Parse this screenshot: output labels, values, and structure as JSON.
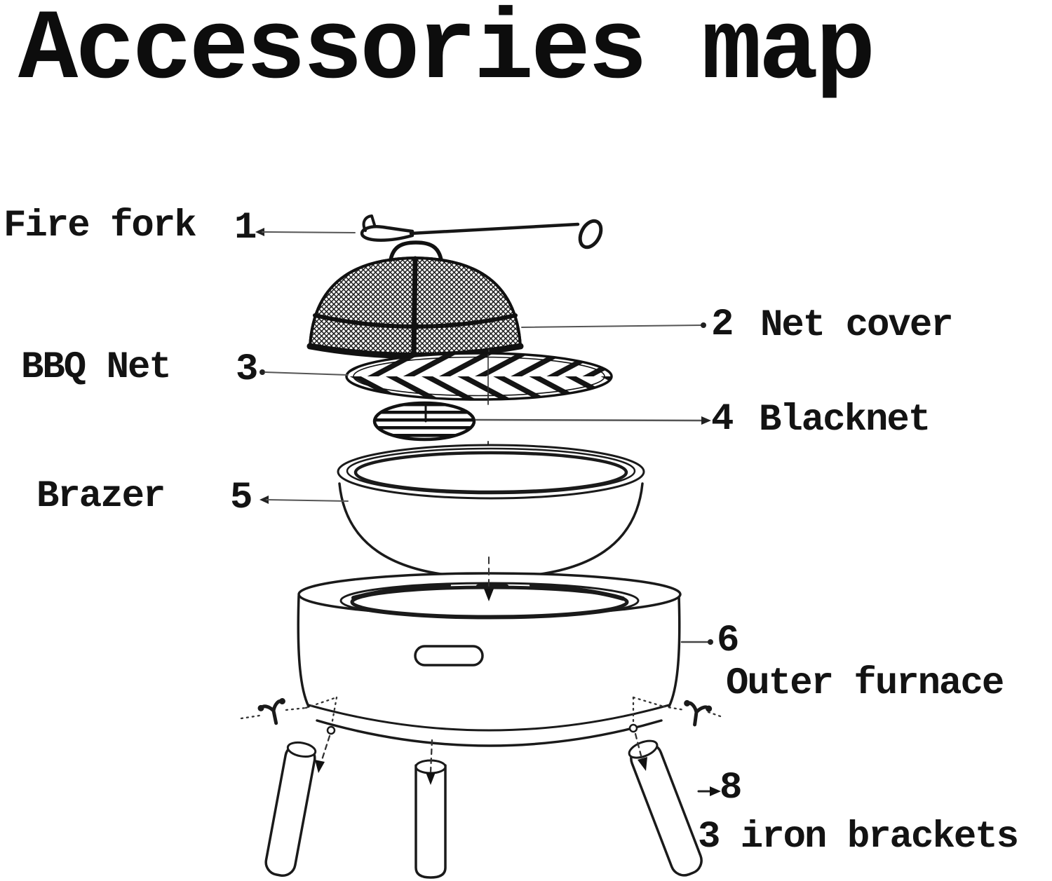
{
  "title": "Accessories map",
  "colors": {
    "ink": "#111111",
    "background": "#ffffff"
  },
  "parts": {
    "fire_fork": {
      "number": "1",
      "label": "Fire fork"
    },
    "net_cover": {
      "number": "2",
      "label": "Net cover"
    },
    "bbq_net": {
      "number": "3",
      "label": "BBQ Net"
    },
    "blacknet": {
      "number": "4",
      "label": "Blacknet"
    },
    "brazer": {
      "number": "5",
      "label": "Brazer"
    },
    "outer_furnace": {
      "number": "6",
      "label": "Outer furnace"
    },
    "iron_brackets": {
      "number": "8",
      "label": "3 iron brackets"
    }
  }
}
